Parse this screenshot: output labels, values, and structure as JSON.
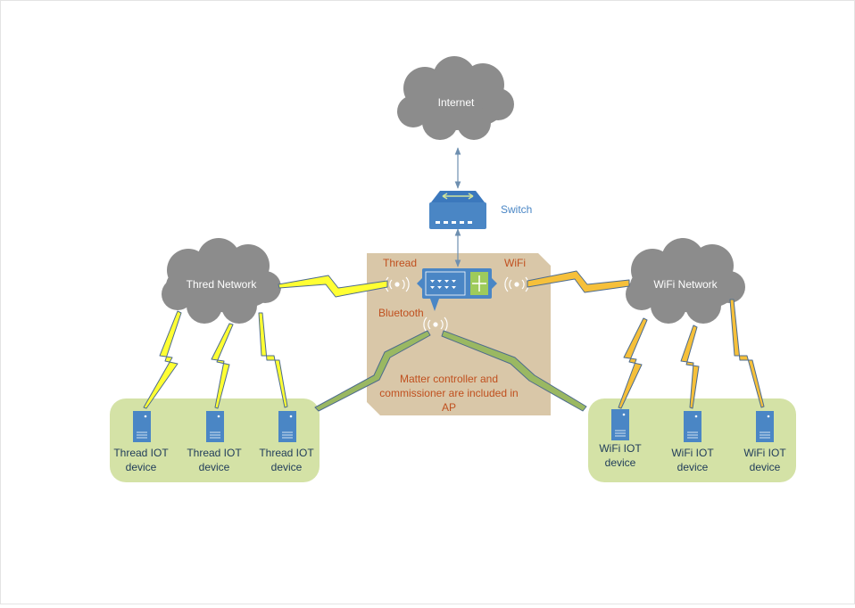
{
  "nodes": {
    "internet": "Internet",
    "switch": "Switch",
    "thread_network": "Thred Network",
    "wifi_network": "WiFi Network",
    "ap_thread": "Thread",
    "ap_wifi": "WiFi",
    "ap_bluetooth": "Bluetooth",
    "ap_note": [
      "Matter controller and",
      "commissioner are included in",
      "AP"
    ]
  },
  "thread_devices": [
    {
      "line1": "Thread IOT",
      "line2": "device"
    },
    {
      "line1": "Thread IOT",
      "line2": "device"
    },
    {
      "line1": "Thread IOT",
      "line2": "device"
    }
  ],
  "wifi_devices": [
    {
      "line1": "WiFi IOT",
      "line2": "device"
    },
    {
      "line1": "WiFi IOT",
      "line2": "device"
    },
    {
      "line1": "WiFi IOT",
      "line2": "device"
    }
  ],
  "colors": {
    "cloud": "#8c8c8c",
    "ap_panel": "#d9c7a8",
    "device_group": "#d4e2a6",
    "device_blue": "#4a86c5",
    "thread_bolt": "#ffff33",
    "wifi_bolt": "#f6c03a",
    "bluetooth_bolt": "#9ab862"
  }
}
